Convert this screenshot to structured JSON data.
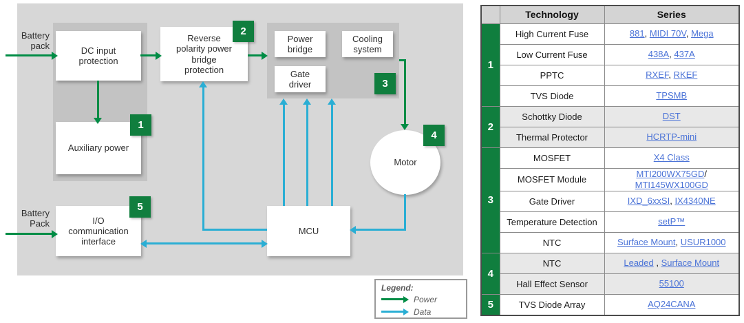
{
  "colors": {
    "power_green": "#008c45",
    "data_cyan": "#2aaed4",
    "badge_green": "#107e3e",
    "link_blue": "#4b73d7"
  },
  "diagram": {
    "labels": {
      "battery_pack_top": "Battery\npack",
      "battery_pack_bottom": "Battery\nPack"
    },
    "boxes": {
      "dc_input": "DC input\nprotection",
      "reverse_polarity": "Reverse\npolarity power\nbridge\nprotection",
      "power_bridge": "Power\nbridge",
      "cooling_system": "Cooling\nsystem",
      "gate_driver": "Gate\ndriver",
      "auxiliary_power": "Auxiliary power",
      "motor": "Motor",
      "mcu": "MCU",
      "io_interface": "I/O\ncommunication\ninterface"
    },
    "badges": [
      "1",
      "2",
      "3",
      "4",
      "5"
    ],
    "legend": {
      "title": "Legend:",
      "items": [
        {
          "label": "Power",
          "type": "power"
        },
        {
          "label": "Data",
          "type": "data"
        }
      ]
    }
  },
  "table": {
    "headers": {
      "technology": "Technology",
      "series": "Series"
    },
    "groups": [
      {
        "number": "1",
        "shaded": false,
        "rows": [
          {
            "technology": "High Current Fuse",
            "series": [
              {
                "link": "881"
              },
              {
                "text": ", "
              },
              {
                "link": "MIDI 70V"
              },
              {
                "text": ", "
              },
              {
                "link": "Mega"
              }
            ]
          },
          {
            "technology": "Low Current Fuse",
            "series": [
              {
                "link": "438A"
              },
              {
                "text": ", "
              },
              {
                "link": "437A"
              }
            ]
          },
          {
            "technology": "PPTC",
            "series": [
              {
                "link": "RXEF"
              },
              {
                "text": ", "
              },
              {
                "link": "RKEF"
              }
            ]
          },
          {
            "technology": "TVS Diode",
            "series": [
              {
                "link": "TPSMB"
              }
            ]
          }
        ]
      },
      {
        "number": "2",
        "shaded": true,
        "rows": [
          {
            "technology": "Schottky Diode",
            "series": [
              {
                "link": "DST"
              }
            ]
          },
          {
            "technology": "Thermal Protector",
            "series": [
              {
                "link": "HCRTP-mini"
              }
            ]
          }
        ]
      },
      {
        "number": "3",
        "shaded": false,
        "rows": [
          {
            "technology": "MOSFET",
            "series": [
              {
                "link": "X4 Class"
              }
            ]
          },
          {
            "technology": "MOSFET Module",
            "series": [
              {
                "link": "MTI200WX75GD"
              },
              {
                "text": "/"
              },
              {
                "br": true
              },
              {
                "link": "MTI145WX100GD"
              }
            ]
          },
          {
            "technology": "Gate Driver",
            "series": [
              {
                "link": "IXD_6xxSI"
              },
              {
                "text": ", "
              },
              {
                "link": "IX4340NE"
              }
            ]
          },
          {
            "technology": "Temperature Detection",
            "series": [
              {
                "link": "setP™"
              }
            ]
          },
          {
            "technology": "NTC",
            "series": [
              {
                "link": "Surface Mount"
              },
              {
                "text": ", "
              },
              {
                "link": "USUR1000"
              }
            ]
          }
        ]
      },
      {
        "number": "4",
        "shaded": true,
        "rows": [
          {
            "technology": "NTC",
            "series": [
              {
                "link": "Leaded"
              },
              {
                "text": " , "
              },
              {
                "link": "Surface Mount"
              }
            ]
          },
          {
            "technology": "Hall Effect Sensor",
            "series": [
              {
                "link": "55100"
              }
            ]
          }
        ]
      },
      {
        "number": "5",
        "shaded": false,
        "rows": [
          {
            "technology": "TVS Diode Array",
            "series": [
              {
                "link": "AQ24CANA"
              }
            ]
          }
        ]
      }
    ]
  }
}
